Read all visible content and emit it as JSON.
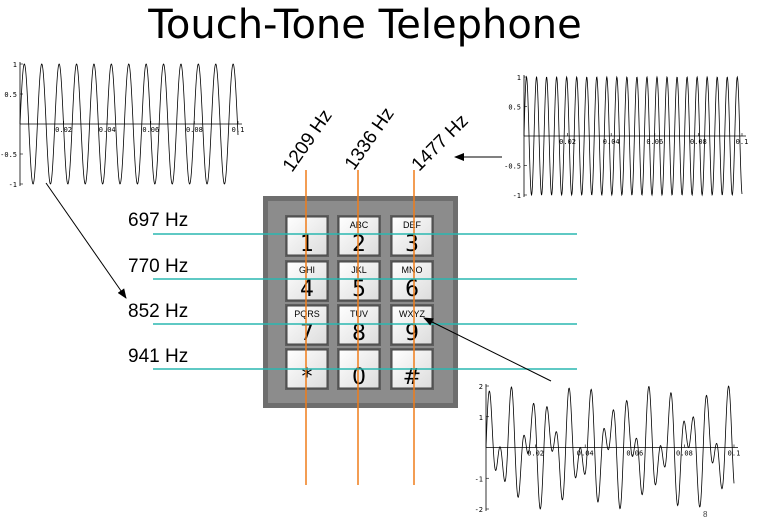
{
  "title": "Touch-Tone Telephone",
  "slide_number": "8",
  "row_frequencies": [
    "697 Hz",
    "770 Hz",
    "852 Hz",
    "941 Hz"
  ],
  "column_frequencies": [
    "1209 Hz",
    "1336 Hz",
    "1477 Hz"
  ],
  "keys": [
    {
      "digit": "1",
      "letters": ""
    },
    {
      "digit": "2",
      "letters": "ABC"
    },
    {
      "digit": "3",
      "letters": "DEF"
    },
    {
      "digit": "4",
      "letters": "GHI"
    },
    {
      "digit": "5",
      "letters": "JKL"
    },
    {
      "digit": "6",
      "letters": "MNO"
    },
    {
      "digit": "7",
      "letters": "PQRS"
    },
    {
      "digit": "8",
      "letters": "TUV"
    },
    {
      "digit": "9",
      "letters": "WXYZ"
    },
    {
      "digit": "*",
      "letters": ""
    },
    {
      "digit": "0",
      "letters": ""
    },
    {
      "digit": "#",
      "letters": ""
    }
  ],
  "colors": {
    "row_line": "#2ab7b0",
    "column_line": "#ef7d1a",
    "keypad_body": "#8c8c8c",
    "key_face": "#ffffff"
  },
  "plots": {
    "row_tone": {
      "y_ticks": [
        "1",
        "0.5",
        "-0.5",
        "-1"
      ],
      "x_ticks": [
        "0.02",
        "0.04",
        "0.06",
        "0.08",
        "0.1"
      ],
      "frequency": 852,
      "x_range": [
        0,
        0.1
      ],
      "y_range": [
        -1,
        1
      ]
    },
    "column_tone": {
      "y_ticks": [
        "1",
        "0.5",
        "-0.5",
        "-1"
      ],
      "x_ticks": [
        "0.02",
        "0.04",
        "0.06",
        "0.08",
        "0.1"
      ],
      "frequency": 1477,
      "x_range": [
        0,
        0.1
      ],
      "y_range": [
        -1,
        1
      ]
    },
    "combined_tone": {
      "y_ticks": [
        "2",
        "1",
        "-1",
        "-2"
      ],
      "x_ticks": [
        "0.02",
        "0.04",
        "0.06",
        "0.08",
        "0.1"
      ],
      "frequencies": [
        852,
        1477
      ],
      "x_range": [
        0,
        0.1
      ],
      "y_range": [
        -2,
        2
      ]
    }
  }
}
